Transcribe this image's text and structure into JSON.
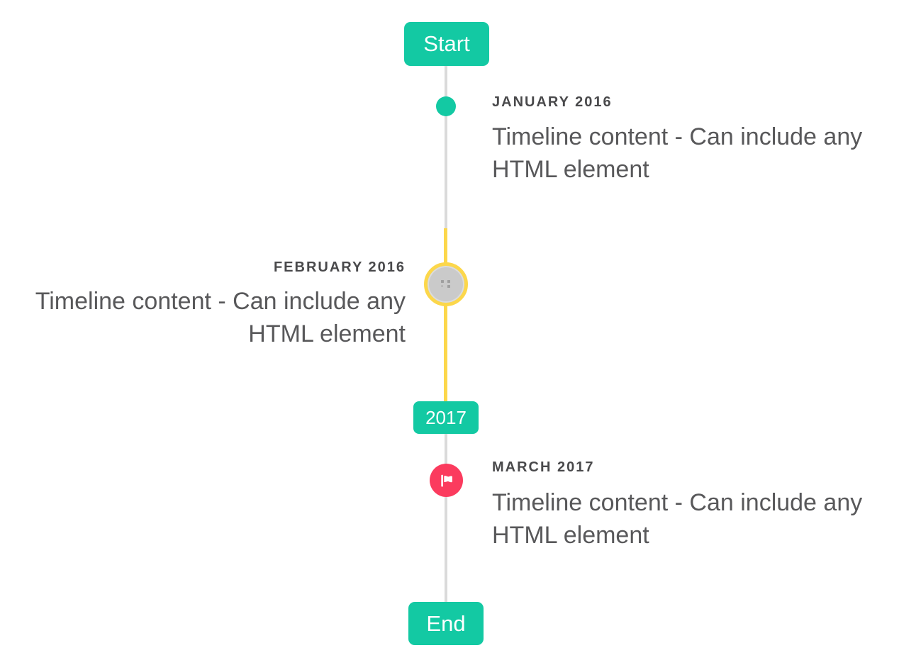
{
  "colors": {
    "teal": "#13c9a3",
    "red": "#fb3b5e",
    "yellow": "#fcd74b",
    "line_gray": "#dadada",
    "image_circle_fill": "#cacaca",
    "date_label_text": "#49494b",
    "content_text": "#58585a"
  },
  "timeline": {
    "start_chip": "Start",
    "year_chip": "2017",
    "end_chip": "End",
    "events": [
      {
        "date_label": "JANUARY 2016",
        "content": "Timeline content - Can include any HTML element",
        "side": "right",
        "marker": "teal-dot"
      },
      {
        "date_label": "FEBRUARY 2016",
        "content": "Timeline content - Can include any HTML element",
        "side": "left",
        "marker": "image-thumbnail-yellow-ring"
      },
      {
        "date_label": "MARCH 2017",
        "content": "Timeline content - Can include any HTML element",
        "side": "right",
        "marker": "red-flag"
      }
    ]
  }
}
